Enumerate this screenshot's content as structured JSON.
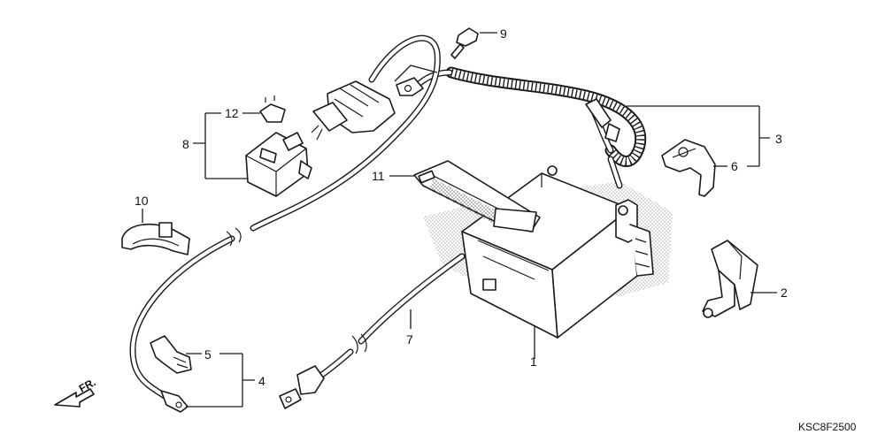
{
  "diagram": {
    "drawing_code": "KSC8F2500",
    "direction_label": "FR.",
    "callouts": [
      {
        "id": "c1",
        "label": "1"
      },
      {
        "id": "c2",
        "label": "2"
      },
      {
        "id": "c3",
        "label": "3"
      },
      {
        "id": "c4",
        "label": "4"
      },
      {
        "id": "c5",
        "label": "5"
      },
      {
        "id": "c6",
        "label": "6"
      },
      {
        "id": "c7",
        "label": "7"
      },
      {
        "id": "c8",
        "label": "8"
      },
      {
        "id": "c9",
        "label": "9"
      },
      {
        "id": "c10",
        "label": "10"
      },
      {
        "id": "c11",
        "label": "11"
      },
      {
        "id": "c12",
        "label": "12"
      }
    ]
  }
}
